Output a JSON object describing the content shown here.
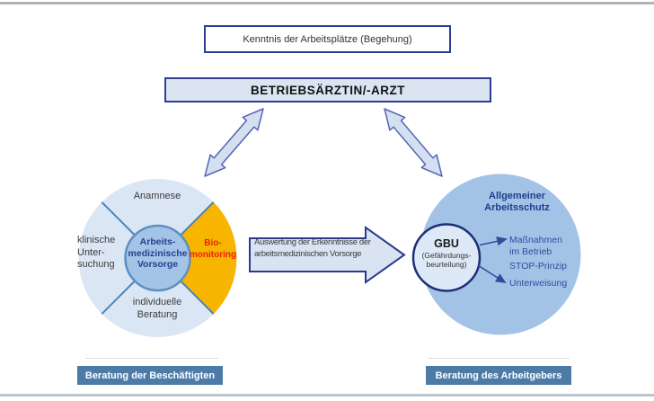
{
  "top_box": {
    "label": "Kenntnis der Arbeitsplätze (Begehung)"
  },
  "doctor_box": {
    "label": "BETRIEBSÄRZTIN/-ARZT"
  },
  "left_group": {
    "sectors": {
      "top": "Anamnese",
      "left": "klinische\nUnter-\nsuchung",
      "right": "Bio-\nmonitoring",
      "bottom": "individuelle\nBeratung"
    },
    "center": "Arbeits-\nmedizinische\nVorsorge",
    "footer_label": "Beratung der Beschäftigten"
  },
  "flow_arrow": {
    "label": "Auswertung der Erkenntnisse der\narbeitsmedizinischen Vorsorge"
  },
  "right_group": {
    "title": "Allgemeiner\nArbeitsschutz",
    "gbu": {
      "abbr": "GBU",
      "subtitle": "(Gefährdungs-\nbeurteilung)"
    },
    "items": [
      "Maßnahmen\nim Betrieb",
      "STOP-Prinzip",
      "Unterweisung"
    ],
    "footer_label": "Beratung des Arbeitgebers"
  },
  "colors": {
    "navy_border": "#2e3d96",
    "box_light_blue": "#dbe5f2",
    "disc_light_blue": "#dbe6f5",
    "disc_medium_blue": "#a3c3e6",
    "center_circle_blue": "#a3c4e6",
    "orange_sector": "#f8b500",
    "red_text": "#e8220e",
    "navy_text": "#24418f",
    "item_blue": "#2d4e9e",
    "footer_steel_blue": "#4d7ba7",
    "divider_blue": "#4b83b8",
    "rule_gray": "#b3b3b3"
  }
}
